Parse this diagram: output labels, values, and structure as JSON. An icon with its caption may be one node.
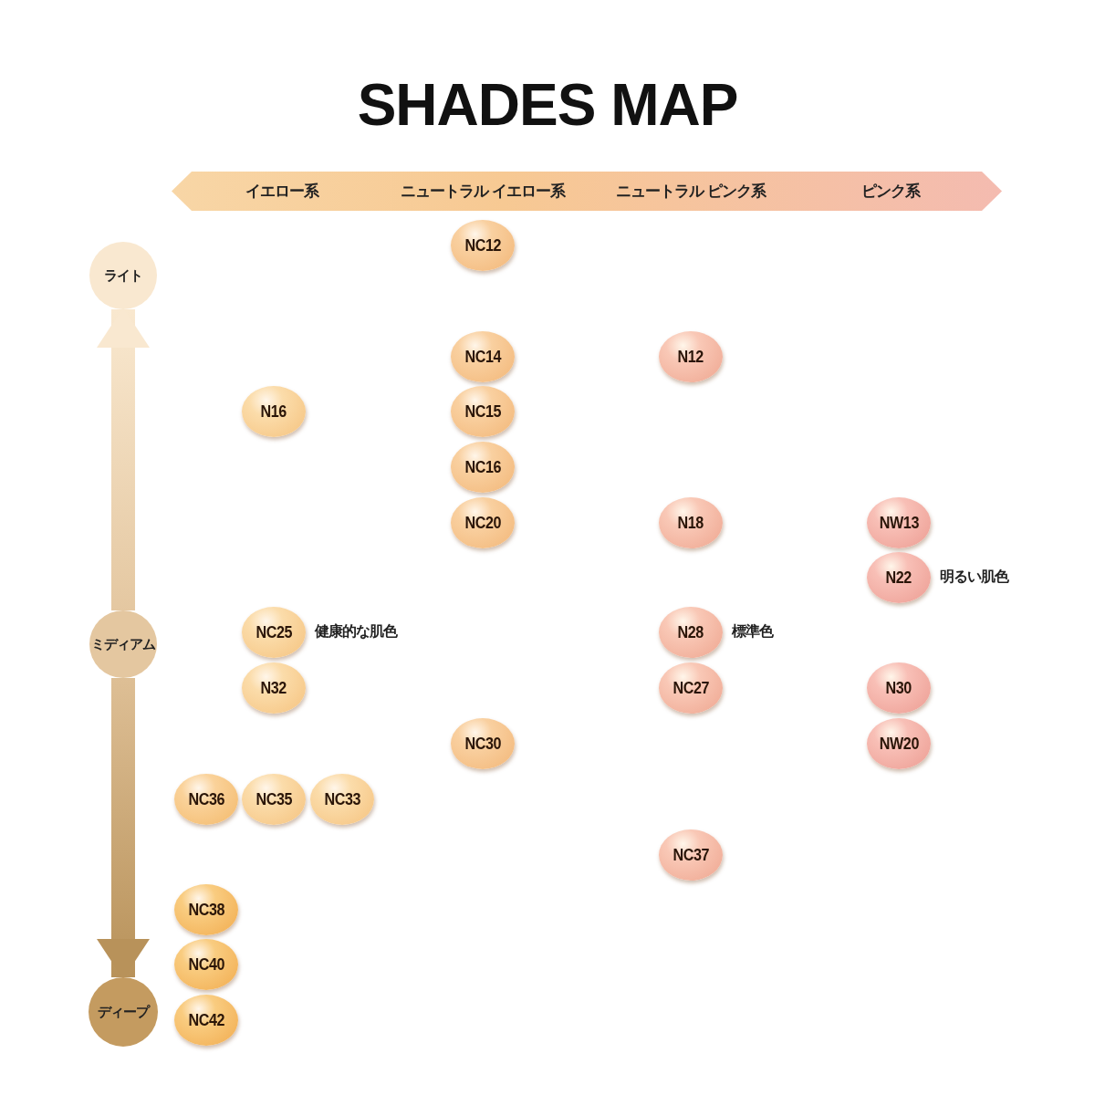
{
  "diagram": {
    "title": "SHADES MAP",
    "nodes": [
      {
        "text": [
          "イエロー系",
          "ニュートラル イエロー系",
          "ニュートラル ピンク系",
          "ピンク系"
        ]
      },
      {
        "text": [
          "NC12"
        ]
      },
      {
        "text": [
          "ライト"
        ]
      },
      {
        "text": [
          "NC14"
        ]
      },
      {
        "text": [
          "N12"
        ]
      },
      {
        "text": [
          "N16"
        ]
      },
      {
        "text": [
          "NC15"
        ]
      },
      {
        "text": [
          "NC16"
        ]
      },
      {
        "text": [
          "NC20"
        ]
      },
      {
        "text": [
          "N18"
        ]
      },
      {
        "text": [
          "NW13"
        ]
      },
      {
        "text": [
          "N22"
        ],
        "beside": [
          "明るい肌色"
        ]
      },
      {
        "text": [
          "ミディアム"
        ]
      },
      {
        "text": [
          "NC25"
        ],
        "beside": [
          "健康的な肌色"
        ]
      },
      {
        "text": [
          "N28"
        ],
        "beside": [
          "標準色"
        ]
      },
      {
        "text": [
          "N32"
        ]
      },
      {
        "text": [
          "NC27"
        ]
      },
      {
        "text": [
          "N30"
        ]
      },
      {
        "text": [
          "NC30"
        ]
      },
      {
        "text": [
          "NW20"
        ]
      },
      {
        "text": [
          "NC36"
        ]
      },
      {
        "text": [
          "NC35"
        ]
      },
      {
        "text": [
          "NC33"
        ]
      },
      {
        "text": [
          "NC37"
        ]
      },
      {
        "text": [
          "NC38"
        ]
      },
      {
        "text": [
          "NC40"
        ]
      },
      {
        "text": [
          "ディープ"
        ]
      },
      {
        "text": [
          "NC42"
        ]
      }
    ],
    "edges": [
      {
        "from": 12,
        "to": 2,
        "arrow": "to"
      },
      {
        "from": 12,
        "to": 26,
        "arrow": "to"
      }
    ]
  }
}
